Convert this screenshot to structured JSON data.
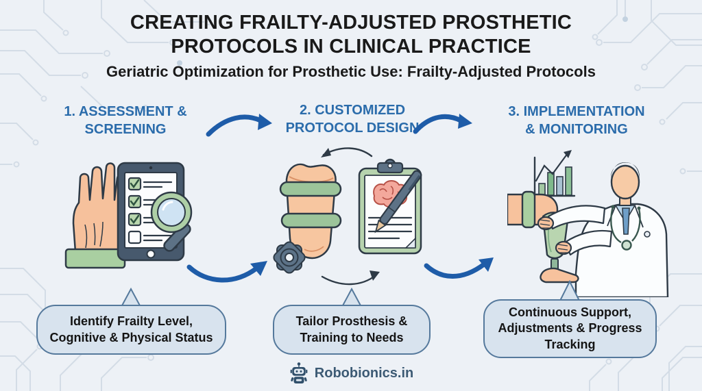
{
  "page": {
    "title_lines": [
      "CREATING FRAILTY-ADJUSTED PROSTHETIC",
      "PROTOCOLS IN CLINICAL PRACTICE"
    ],
    "subtitle": "Geriatric Optimization for Prosthetic Use: Frailty-Adjusted Protocols"
  },
  "steps": [
    {
      "heading_lines": [
        "1. ASSESSMENT &",
        "SCREENING"
      ],
      "illustration_icons": [
        "elderly-hand-icon",
        "tablet-checklist-icon",
        "magnifier-icon"
      ],
      "callout_lines": [
        "Identify Frailty Level,",
        "Cognitive & Physical Status"
      ]
    },
    {
      "heading_lines": [
        "2. CUSTOMIZED",
        "PROTOCOL DESIGN"
      ],
      "illustration_icons": [
        "prosthetic-socket-icon",
        "gear-icon",
        "clipboard-brain-icon",
        "pen-icon",
        "cycle-arrows-icon"
      ],
      "callout_lines": [
        "Tailor Prosthesis &",
        "Training to Needs"
      ]
    },
    {
      "heading_lines": [
        "3. IMPLEMENTATION",
        "& MONITORING"
      ],
      "illustration_icons": [
        "progress-chart-icon",
        "doctor-figure-icon",
        "patient-limb-icon",
        "prosthetic-leg-icon"
      ],
      "callout_lines": [
        "Continuous Support,",
        "Adjustments & Progress",
        "Tracking"
      ]
    }
  ],
  "footer": {
    "brand": "Robobionics.in",
    "icon": "robot-icon"
  },
  "colors": {
    "background": "#edf1f6",
    "title_text": "#1a1a1a",
    "step_heading_blue": "#2b6cab",
    "flow_arrow_blue": "#1e5ca8",
    "outline_dark": "#2e3a46",
    "skin": "#f6c19c",
    "green": "#a9cfa1",
    "slate": "#5d7286",
    "callout_fill": "#d8e3ee",
    "callout_border": "#55799c",
    "brand_blue": "#3c5a74",
    "circuit_line": "#d3dce6"
  }
}
